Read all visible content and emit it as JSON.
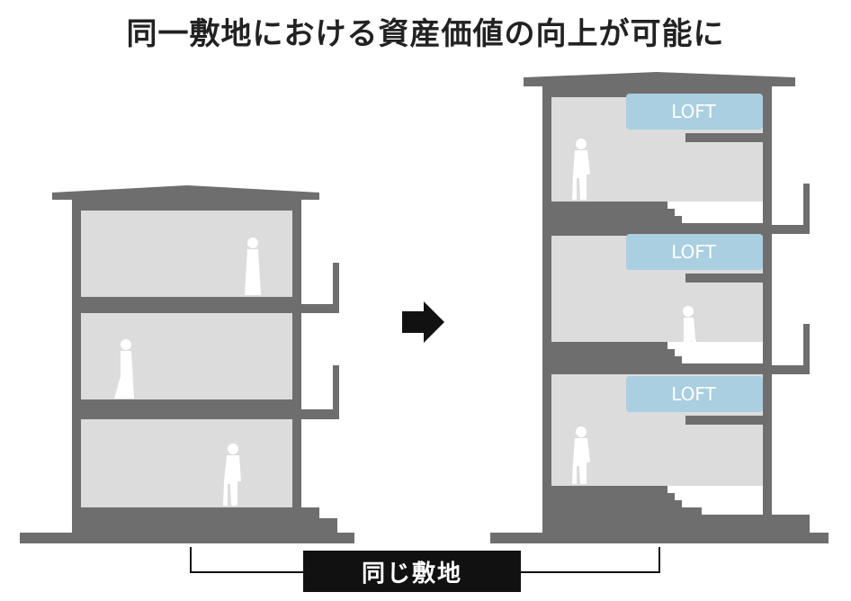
{
  "title": "同一敷地における資産価値の向上が可能に",
  "loft_labels": [
    "LOFT",
    "LOFT",
    "LOFT"
  ],
  "site_label": "同じ敷地",
  "colors": {
    "wall": "#6e6e6e",
    "interior": "#dcdcdc",
    "loft": "#a9cfe0",
    "figure": "#ffffff",
    "label_bg": "#111111"
  },
  "icons": [
    "arrow-right-icon",
    "person-icon"
  ]
}
